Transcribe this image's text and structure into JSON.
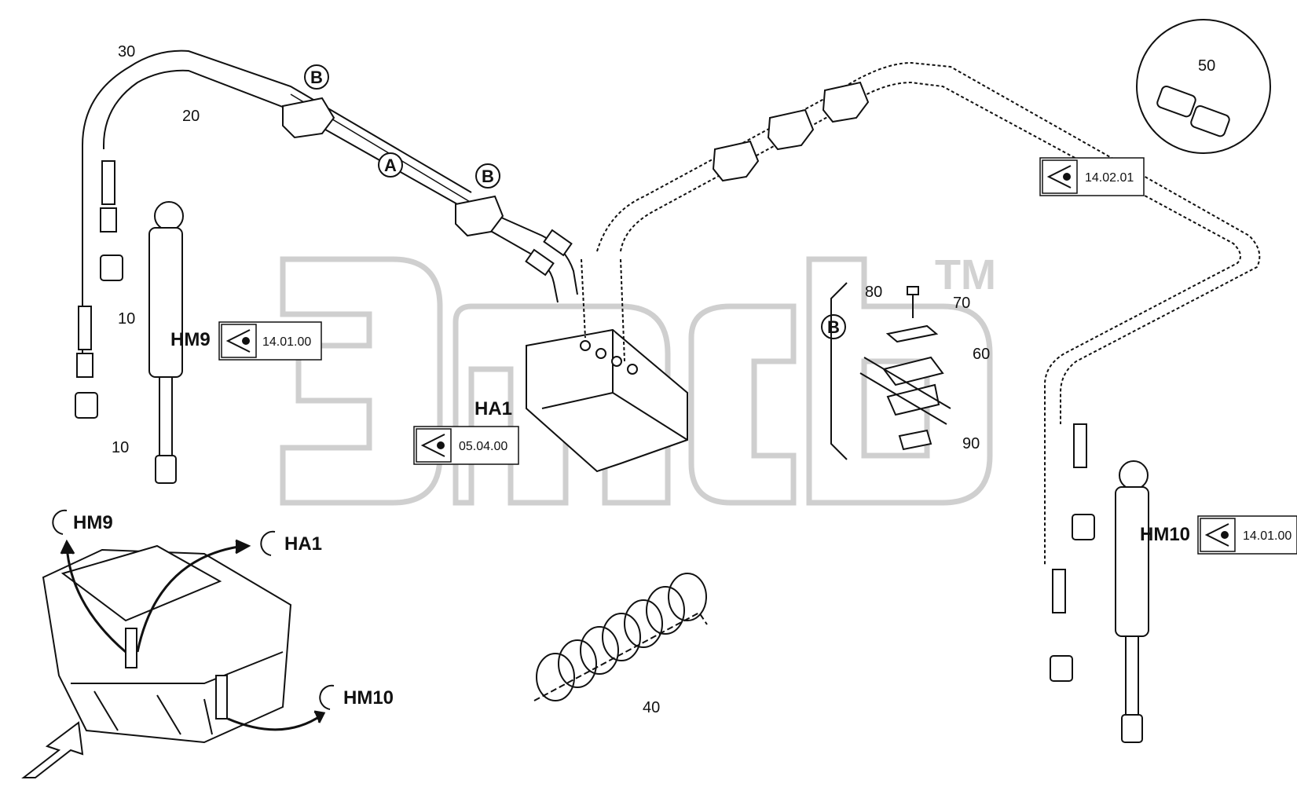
{
  "callouts": {
    "c30": "30",
    "c20": "20",
    "c10a": "10",
    "c10b": "10",
    "c50": "50",
    "c80": "80",
    "c70": "70",
    "c60": "60",
    "c90": "90",
    "c40": "40"
  },
  "markers": {
    "a": "A",
    "b": "B"
  },
  "components": {
    "hm9": "HM9",
    "ha1": "HA1",
    "hm10": "HM10"
  },
  "references": {
    "hm9": "14.01.00",
    "ha1": "05.04.00",
    "hm10": "14.01.00",
    "top_right": "14.02.01"
  },
  "watermark": {
    "trademark": "TM"
  },
  "icons": [
    "eye-view-icon",
    "arrow-icon",
    "paver-machine-icon"
  ],
  "colors": {
    "line": "#111111",
    "watermark": "#d2d2d2"
  }
}
